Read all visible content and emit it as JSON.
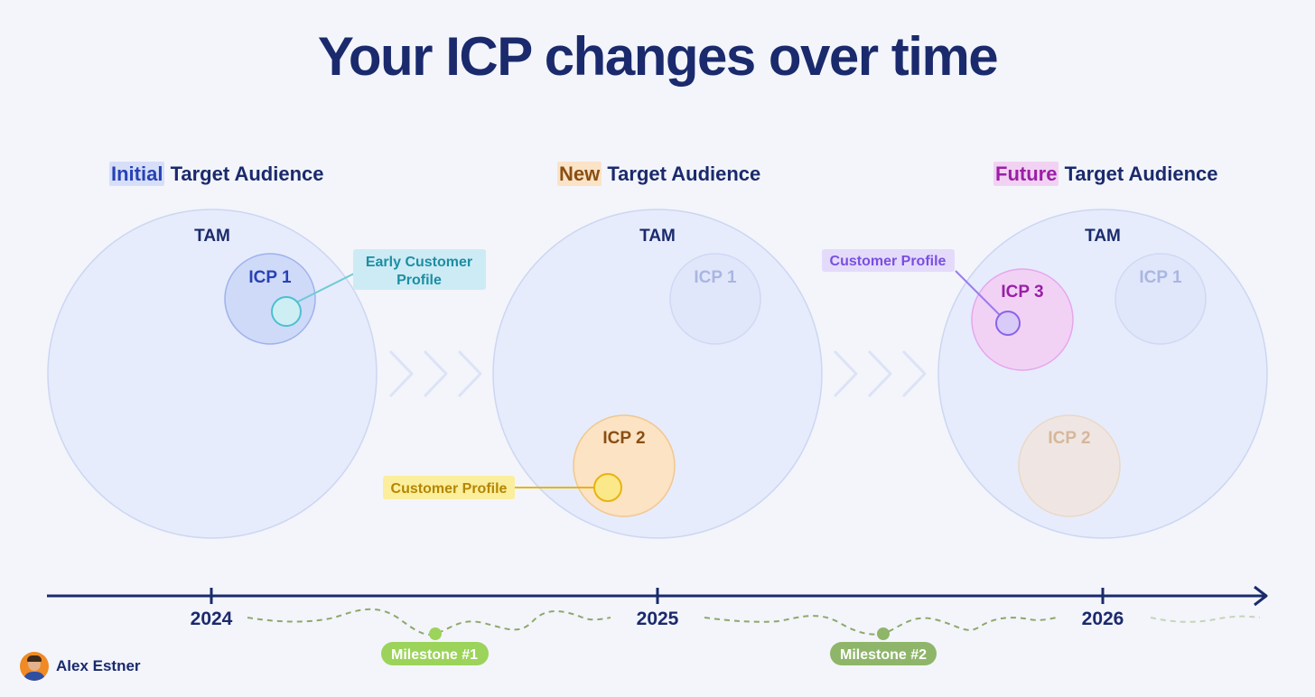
{
  "title": "Your ICP changes over time",
  "columns": [
    {
      "highlight": "Initial",
      "rest": " Target Audience",
      "tam_label": "TAM"
    },
    {
      "highlight": "New",
      "rest": " Target Audience",
      "tam_label": "TAM"
    },
    {
      "highlight": "Future",
      "rest": " Target Audience",
      "tam_label": "TAM"
    }
  ],
  "icps": {
    "icp1": "ICP 1",
    "icp2": "ICP 2",
    "icp3": "ICP 3"
  },
  "callouts": {
    "early_line1": "Early Customer",
    "early_line2": "Profile",
    "customer_profile_2025": "Customer Profile",
    "customer_profile_2026": "Customer Profile"
  },
  "timeline": {
    "years": [
      "2024",
      "2025",
      "2026"
    ],
    "milestones": [
      "Milestone #1",
      "Milestone #2"
    ]
  },
  "author": "Alex Estner",
  "colors": {
    "navy": "#1a2a6c",
    "tam_fill": "#e6ecfb",
    "icp1": "#2742b5",
    "icp2": "#8a4e12",
    "icp3": "#9a1fa6",
    "early_profile": "#39b6c9",
    "profile_2025": "#e7b40e",
    "profile_2026": "#8a63e6",
    "milestone": "#9cd35a"
  }
}
